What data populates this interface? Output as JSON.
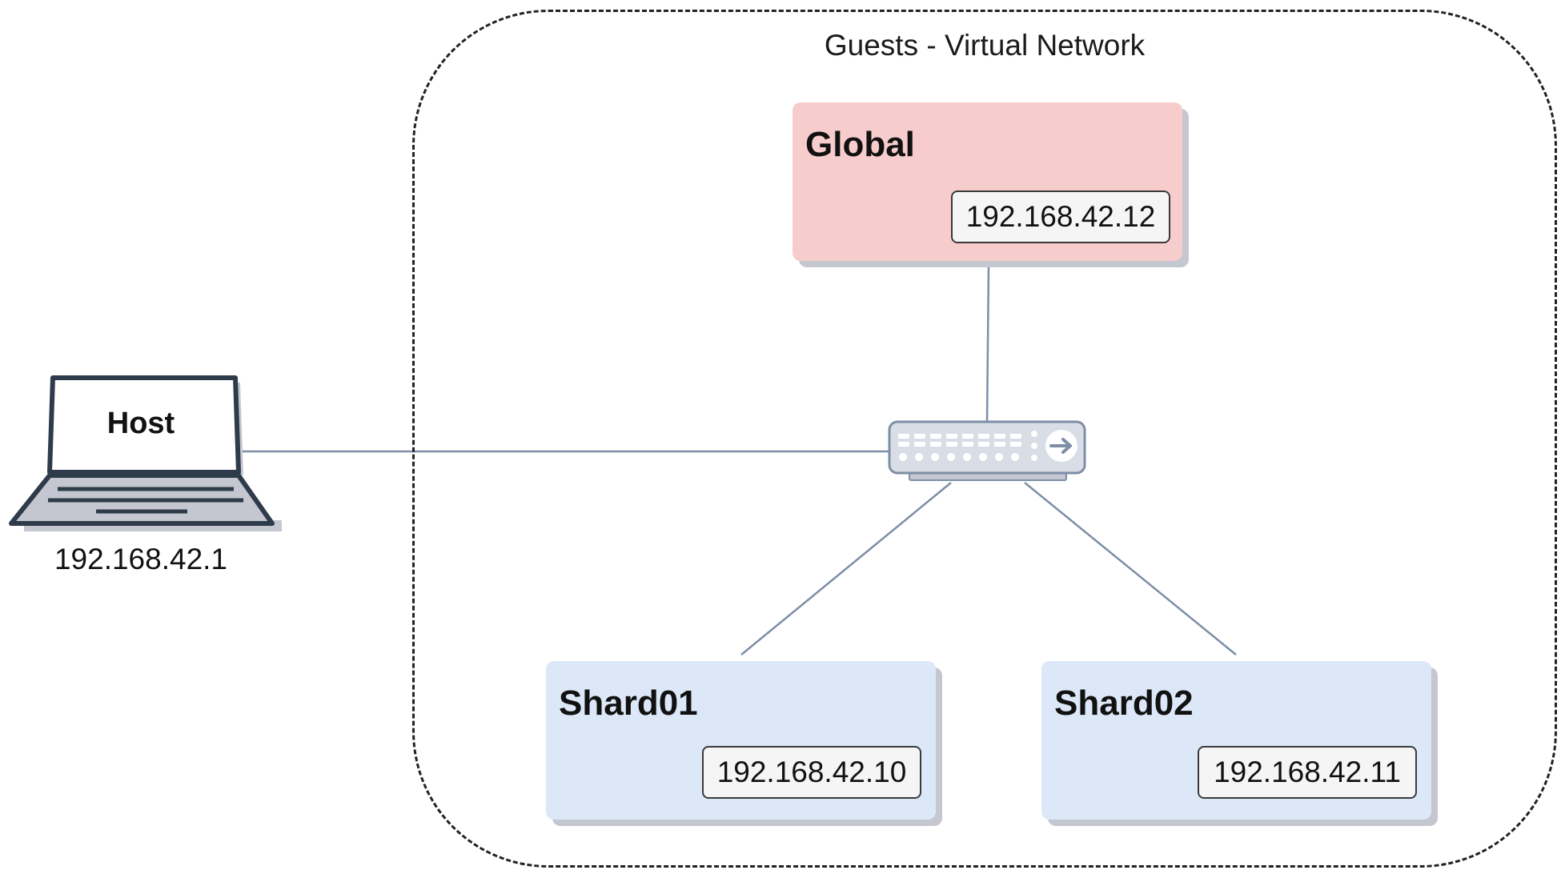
{
  "group": {
    "title": "Guests - Virtual Network"
  },
  "host": {
    "label": "Host",
    "ip": "192.168.42.1",
    "icon": "laptop-icon"
  },
  "switch": {
    "icon": "network-switch-icon"
  },
  "nodes": {
    "global": {
      "title": "Global",
      "ip": "192.168.42.12"
    },
    "shard01": {
      "title": "Shard01",
      "ip": "192.168.42.10"
    },
    "shard02": {
      "title": "Shard02",
      "ip": "192.168.42.11"
    }
  },
  "colors": {
    "global_fill": "#f7cccc",
    "shard_fill": "#dce8f8",
    "wire": "#7d8ea6",
    "switch_fill": "#d9dde6",
    "switch_stroke": "#7d8ea6"
  }
}
